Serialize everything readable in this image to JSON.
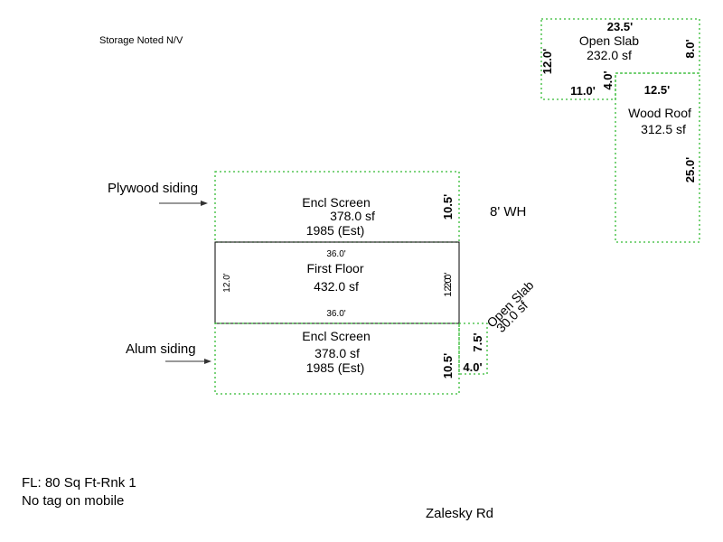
{
  "notes": {
    "storage": "Storage Noted N/V",
    "fl": "FL: 80 Sq Ft-Rnk 1",
    "tag": "No tag on mobile",
    "road": "Zalesky Rd",
    "wh": "8' WH",
    "plywood": "Plywood siding",
    "alum": "Alum siding"
  },
  "areas": {
    "encl_top": {
      "name": "Encl Screen",
      "area": "378.0 sf",
      "year": "1985 (Est)",
      "side_dim": "10.5'"
    },
    "first_floor": {
      "name": "First Floor",
      "area": "432.0 sf",
      "top_dim": "36.0'",
      "bottom_dim": "36.0'",
      "left_dim": "12.0'",
      "right_dim": "12.0'",
      "right_dim_overlap": "2.0'"
    },
    "encl_bottom": {
      "name": "Encl Screen",
      "area": "378.0 sf",
      "year": "1985 (Est)",
      "side_dim": "10.5'"
    },
    "open_slab_small": {
      "name": "Open Slab",
      "area": "30.0 sf",
      "height_dim": "7.5'",
      "width_dim": "4.0'"
    },
    "open_slab_top": {
      "name": "Open Slab",
      "area": "232.0 sf",
      "top_dim": "23.5'",
      "left_dim": "12.0'",
      "right_dim": "8.0'",
      "bottom_dim": "11.0'",
      "inner_dim": "4.0'"
    },
    "wood_roof": {
      "name": "Wood Roof",
      "area": "312.5 sf",
      "top_dim": "12.5'",
      "right_dim": "25.0'"
    }
  },
  "colors": {
    "outbuilding_border": "#33bb33",
    "building_border": "#000000"
  }
}
